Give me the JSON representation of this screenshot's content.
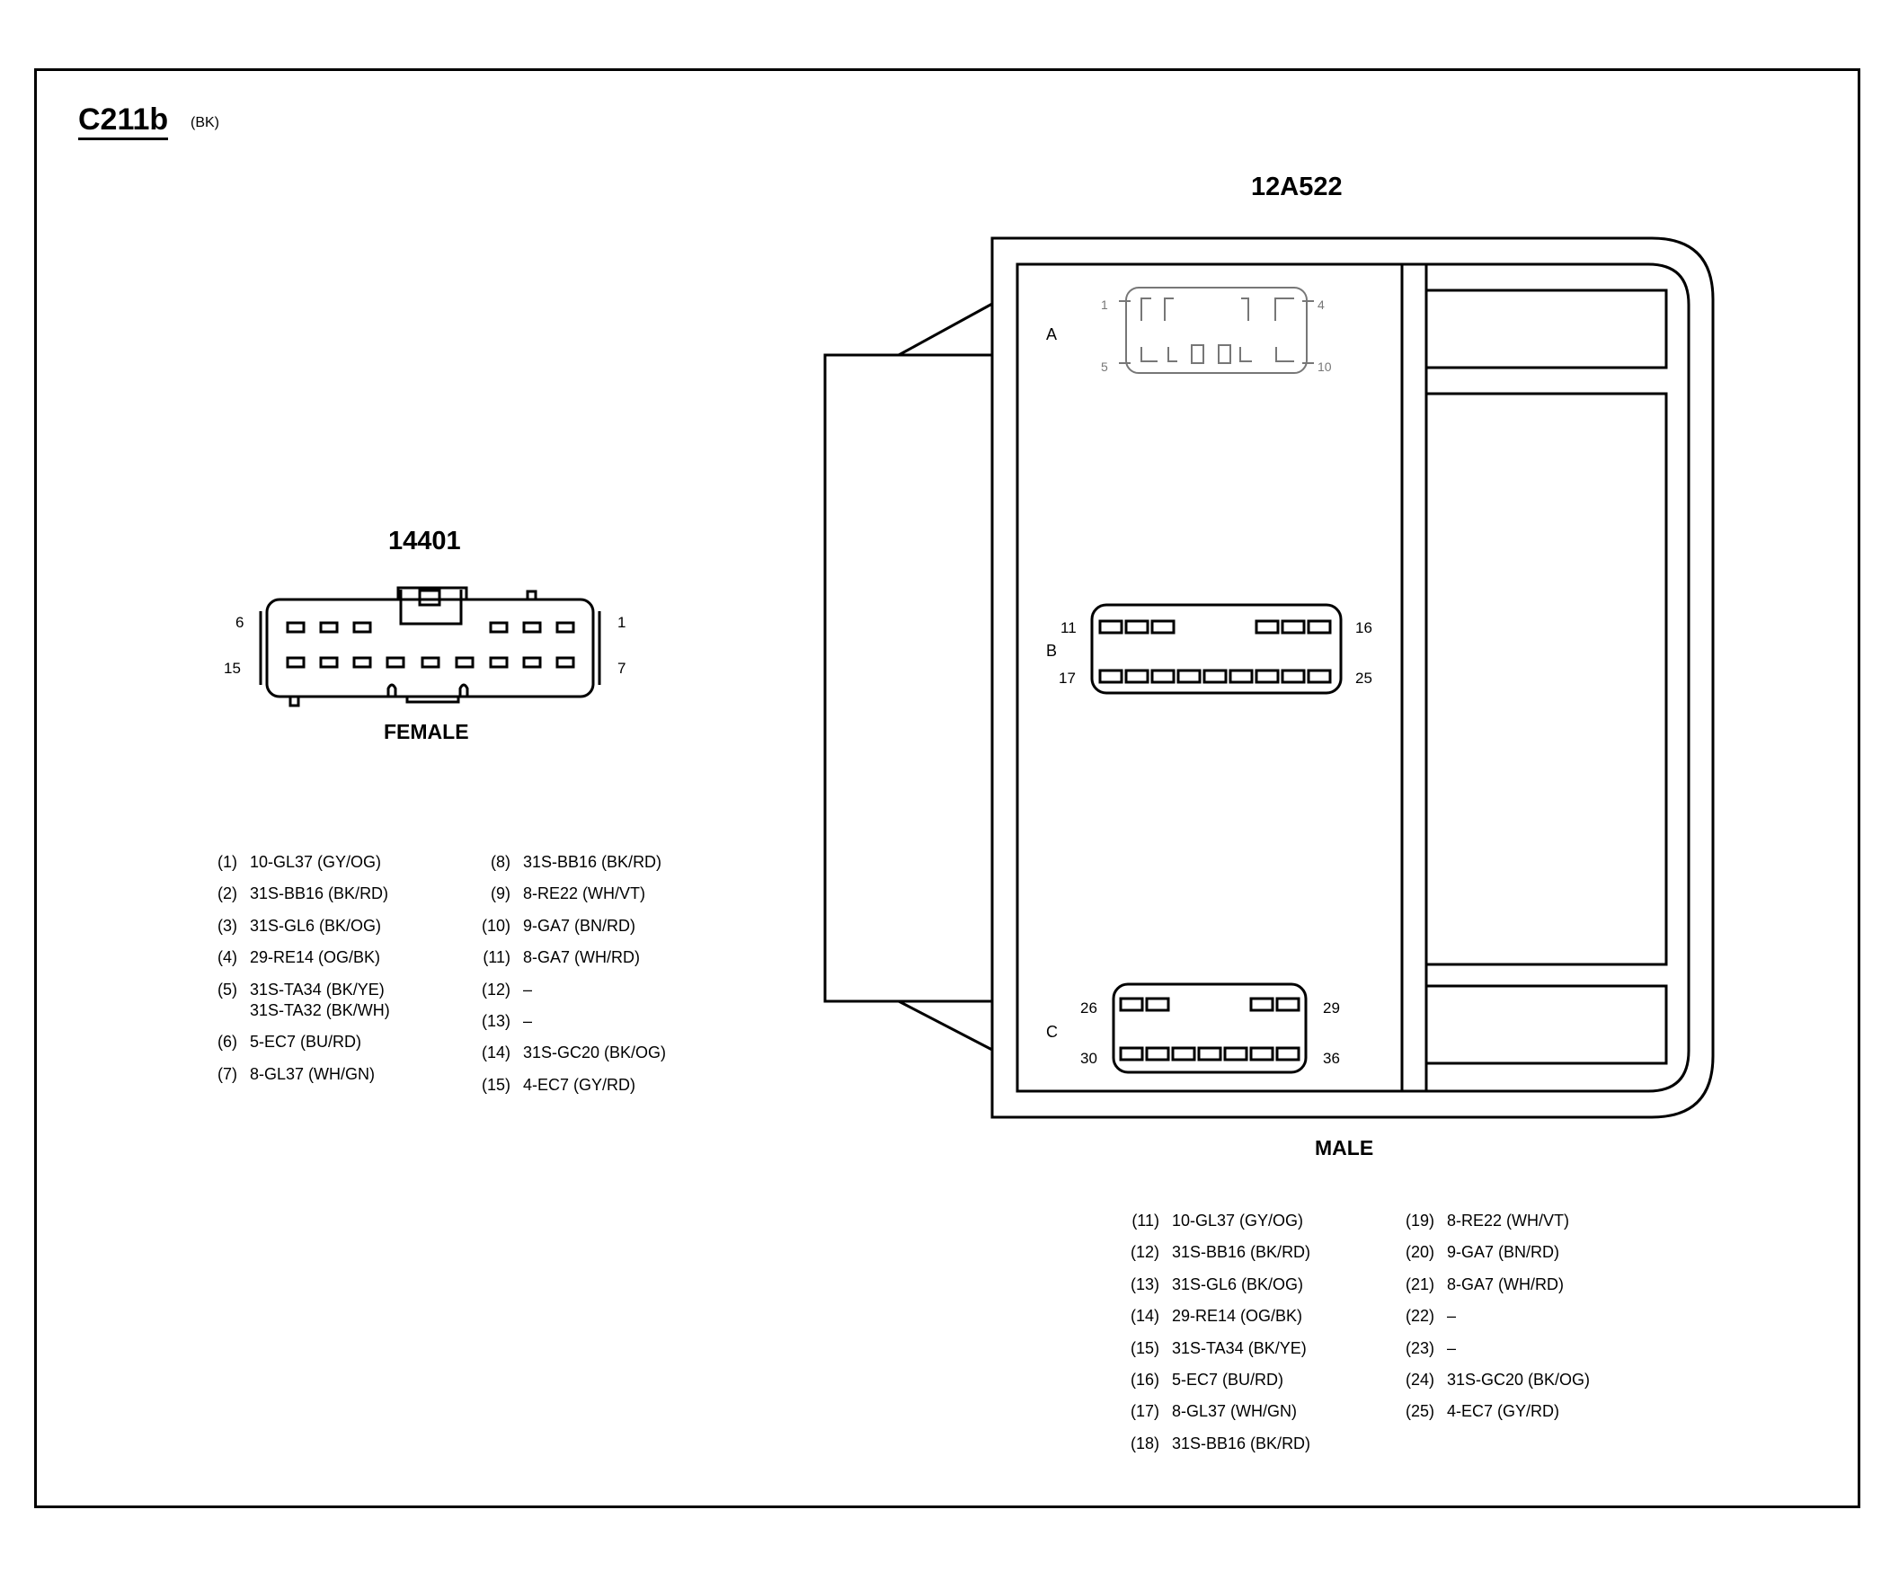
{
  "connector": {
    "code": "C211b",
    "color": "(BK)"
  },
  "female": {
    "part_number": "14401",
    "gender": "FEMALE",
    "pin_labels": {
      "top_left": "6",
      "top_right": "1",
      "bottom_left": "15",
      "bottom_right": "7"
    },
    "pins": [
      {
        "num": "(1)",
        "circuit": "10-GL37 (GY/OG)"
      },
      {
        "num": "(2)",
        "circuit": "31S-BB16 (BK/RD)"
      },
      {
        "num": "(3)",
        "circuit": "31S-GL6 (BK/OG)"
      },
      {
        "num": "(4)",
        "circuit": "29-RE14 (OG/BK)"
      },
      {
        "num": "(5)",
        "circuit": "31S-TA34 (BK/YE)\n31S-TA32 (BK/WH)"
      },
      {
        "num": "(6)",
        "circuit": "5-EC7 (BU/RD)"
      },
      {
        "num": "(7)",
        "circuit": "8-GL37 (WH/GN)"
      },
      {
        "num": "(8)",
        "circuit": "31S-BB16 (BK/RD)"
      },
      {
        "num": "(9)",
        "circuit": "8-RE22 (WH/VT)"
      },
      {
        "num": "(10)",
        "circuit": "9-GA7 (BN/RD)"
      },
      {
        "num": "(11)",
        "circuit": "8-GA7 (WH/RD)"
      },
      {
        "num": "(12)",
        "circuit": "–"
      },
      {
        "num": "(13)",
        "circuit": "–"
      },
      {
        "num": "(14)",
        "circuit": "31S-GC20 (BK/OG)"
      },
      {
        "num": "(15)",
        "circuit": "4-EC7 (GY/RD)"
      }
    ]
  },
  "male": {
    "part_number": "12A522",
    "gender": "MALE",
    "blocks": {
      "A": {
        "label": "A",
        "tl": "1",
        "tr": "4",
        "bl": "5",
        "br": "10"
      },
      "B": {
        "label": "B",
        "tl": "11",
        "tr": "16",
        "bl": "17",
        "br": "25"
      },
      "C": {
        "label": "C",
        "tl": "26",
        "tr": "29",
        "bl": "30",
        "br": "36"
      }
    },
    "pins": [
      {
        "num": "(11)",
        "circuit": "10-GL37 (GY/OG)"
      },
      {
        "num": "(12)",
        "circuit": "31S-BB16 (BK/RD)"
      },
      {
        "num": "(13)",
        "circuit": "31S-GL6 (BK/OG)"
      },
      {
        "num": "(14)",
        "circuit": "29-RE14 (OG/BK)"
      },
      {
        "num": "(15)",
        "circuit": "31S-TA34 (BK/YE)"
      },
      {
        "num": "(16)",
        "circuit": "5-EC7 (BU/RD)"
      },
      {
        "num": "(17)",
        "circuit": "8-GL37 (WH/GN)"
      },
      {
        "num": "(18)",
        "circuit": "31S-BB16 (BK/RD)"
      },
      {
        "num": "(19)",
        "circuit": "8-RE22 (WH/VT)"
      },
      {
        "num": "(20)",
        "circuit": "9-GA7 (BN/RD)"
      },
      {
        "num": "(21)",
        "circuit": "8-GA7 (WH/RD)"
      },
      {
        "num": "(22)",
        "circuit": "–"
      },
      {
        "num": "(23)",
        "circuit": "–"
      },
      {
        "num": "(24)",
        "circuit": "31S-GC20 (BK/OG)"
      },
      {
        "num": "(25)",
        "circuit": "4-EC7 (GY/RD)"
      }
    ]
  }
}
